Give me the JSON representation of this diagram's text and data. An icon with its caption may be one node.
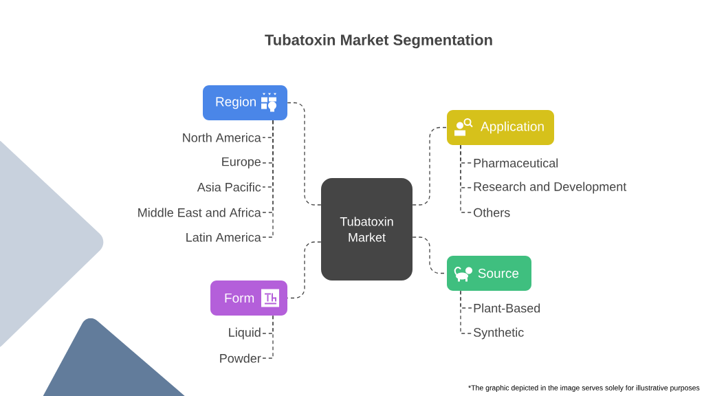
{
  "diagram": {
    "title": "Tubatoxin Market Segmentation",
    "nodes": [
      {
        "text": [
          "Tubatoxin Market"
        ]
      },
      {
        "text": [
          "Region"
        ]
      },
      {
        "text": [
          "North America"
        ]
      },
      {
        "text": [
          "Europe"
        ]
      },
      {
        "text": [
          "Asia Pacific"
        ]
      },
      {
        "text": [
          "Middle East and Africa"
        ]
      },
      {
        "text": [
          "Latin America"
        ]
      },
      {
        "text": [
          "Application"
        ]
      },
      {
        "text": [
          "Pharmaceutical"
        ]
      },
      {
        "text": [
          "Research and Development"
        ]
      },
      {
        "text": [
          "Others"
        ]
      },
      {
        "text": [
          "Form"
        ]
      },
      {
        "text": [
          "Liquid"
        ]
      },
      {
        "text": [
          "Powder"
        ]
      },
      {
        "text": [
          "Source"
        ]
      },
      {
        "text": [
          "Plant-Based"
        ]
      },
      {
        "text": [
          "Synthetic"
        ]
      }
    ],
    "edges": [
      {
        "from": 0,
        "to": 1,
        "arrow": "none",
        "style": "dashed"
      },
      {
        "from": 1,
        "to": 2,
        "arrow": "none",
        "style": "dashed"
      },
      {
        "from": 1,
        "to": 3,
        "arrow": "none",
        "style": "dashed"
      },
      {
        "from": 1,
        "to": 4,
        "arrow": "none",
        "style": "dashed"
      },
      {
        "from": 1,
        "to": 5,
        "arrow": "none",
        "style": "dashed"
      },
      {
        "from": 1,
        "to": 6,
        "arrow": "none",
        "style": "dashed"
      },
      {
        "from": 0,
        "to": 7,
        "arrow": "none",
        "style": "dashed"
      },
      {
        "from": 7,
        "to": 8,
        "arrow": "none",
        "style": "dashed"
      },
      {
        "from": 7,
        "to": 9,
        "arrow": "none",
        "style": "dashed"
      },
      {
        "from": 7,
        "to": 10,
        "arrow": "none",
        "style": "dashed"
      },
      {
        "from": 0,
        "to": 11,
        "arrow": "none",
        "style": "dashed"
      },
      {
        "from": 11,
        "to": 12,
        "arrow": "none",
        "style": "dashed"
      },
      {
        "from": 11,
        "to": 13,
        "arrow": "none",
        "style": "dashed"
      },
      {
        "from": 0,
        "to": 14,
        "arrow": "none",
        "style": "dashed"
      },
      {
        "from": 14,
        "to": 15,
        "arrow": "none",
        "style": "dashed"
      },
      {
        "from": 14,
        "to": 16,
        "arrow": "none",
        "style": "dashed"
      }
    ],
    "caption": "*The graphic depicted in the image serves solely for illustrative purposes"
  }
}
